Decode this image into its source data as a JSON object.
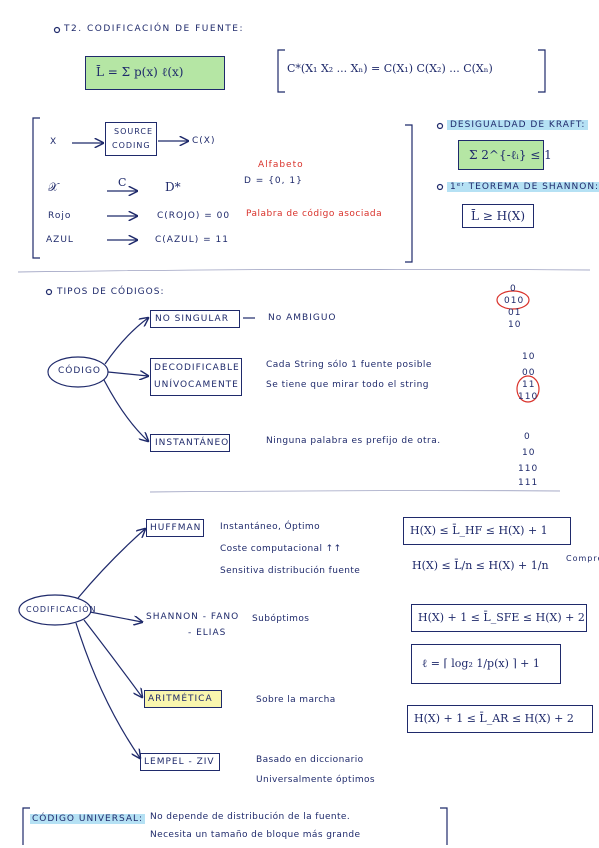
{
  "header": {
    "title": "T2. CODIFICACIÓN DE FUENTE:"
  },
  "top": {
    "avg_formula": "L̄ = Σ p(x) ℓ(x)",
    "ext_formula": "C*(X₁ X₂ ... Xₙ) = C(X₁) C(X₂) ... C(Xₙ)"
  },
  "diagram": {
    "x_label": "X",
    "box_label_1": "SOURCE",
    "box_label_2": "CODING",
    "output": "C(X)",
    "alphabet_note": "Alfabeto",
    "alphabet_set": "D = {0, 1}",
    "col_x": "𝒳",
    "col_c": "C",
    "col_d": "D*",
    "row1_in": "Rojo",
    "row1_out": "C(ROJO) = 00",
    "row1_note": "Palabra de código asociada",
    "row2_in": "AZUL",
    "row2_out": "C(AZUL) = 11"
  },
  "kraft": {
    "title": "DESIGUALDAD DE KRAFT:",
    "formula": "Σ 2^{-ℓᵢ} ≤ 1",
    "shannon_title": "1ᵉʳ TEOREMA DE SHANNON:",
    "shannon_formula": "L̄ ≥ H(X)"
  },
  "types": {
    "title": "TIPOS DE CÓDIGOS:",
    "center": "CÓDIGO",
    "t1": "NO SINGULAR",
    "t1_desc": "No AMBIGUO",
    "t2_a": "DECODIFICABLE",
    "t2_b": "UNÍVOCAMENTE",
    "t2_desc1": "Cada String sólo 1 fuente posible",
    "t2_desc2": "Se tiene que mirar todo el string",
    "t3": "INSTANTÁNEO",
    "t3_desc": "Ninguna palabra es prefijo de otra.",
    "ex1": [
      "0",
      "010",
      "01",
      "10"
    ],
    "ex2": [
      "10",
      "00",
      "11",
      "110"
    ],
    "ex3": [
      "0",
      "10",
      "110",
      "111"
    ]
  },
  "coding": {
    "center": "CODIFICACIÓN",
    "huffman": "HUFFMAN",
    "huffman_d1": "Instantáneo, Óptimo",
    "huffman_d2": "Coste computacional ↑↑",
    "huffman_d3": "Sensitiva distribución fuente",
    "huffman_f1": "H(X) ≤ L̄_HF ≤ H(X) + 1",
    "huffman_f2": "H(X) ≤ L̄/n ≤ H(X) + 1/n",
    "huffman_f2_note": "Compresión",
    "sf": "SHANNON - FANO",
    "sf2": "- ELIAS",
    "sf_d": "Subóptimos",
    "sf_f1": "H(X) + 1 ≤ L̄_SFE ≤ H(X) + 2",
    "sf_f2": "ℓ = ⌈ log₂ 1/p(x) ⌉ + 1",
    "arit": "ARITMÉTICA",
    "arit_d": "Sobre la marcha",
    "arit_f": "H(X) + 1 ≤ L̄_AR ≤ H(X) + 2",
    "lz": "LEMPEL - ZIV",
    "lz_d1": "Basado en diccionario",
    "lz_d2": "Universalmente óptimos"
  },
  "universal": {
    "label": "CÓDIGO UNIVERSAL:",
    "d1": "No depende de distribución de la fuente.",
    "d2": "Necesita un tamaño de bloque más grande"
  }
}
